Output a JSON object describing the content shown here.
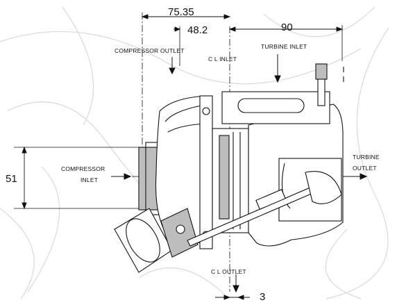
{
  "dimensions": {
    "overall": "75.35",
    "inlet_offset": "48.2",
    "turbine_span": "90",
    "compressor_height": "51",
    "outlet_offset": "3"
  },
  "labels": {
    "compressor_outlet": "COMPRESSOR OUTLET",
    "cl_inlet": "C L INLET",
    "turbine_inlet": "TURBINE INLET",
    "turbine_outlet_1": "TURBINE",
    "turbine_outlet_2": "OUTLET",
    "compressor_inlet_1": "COMPRESSOR",
    "compressor_inlet_2": "INLET",
    "cl_outlet": "C L OUTLET"
  },
  "colors": {
    "line": "#111111",
    "shade": "#bdbdbd",
    "background_sketch": "#d9d9d9"
  }
}
